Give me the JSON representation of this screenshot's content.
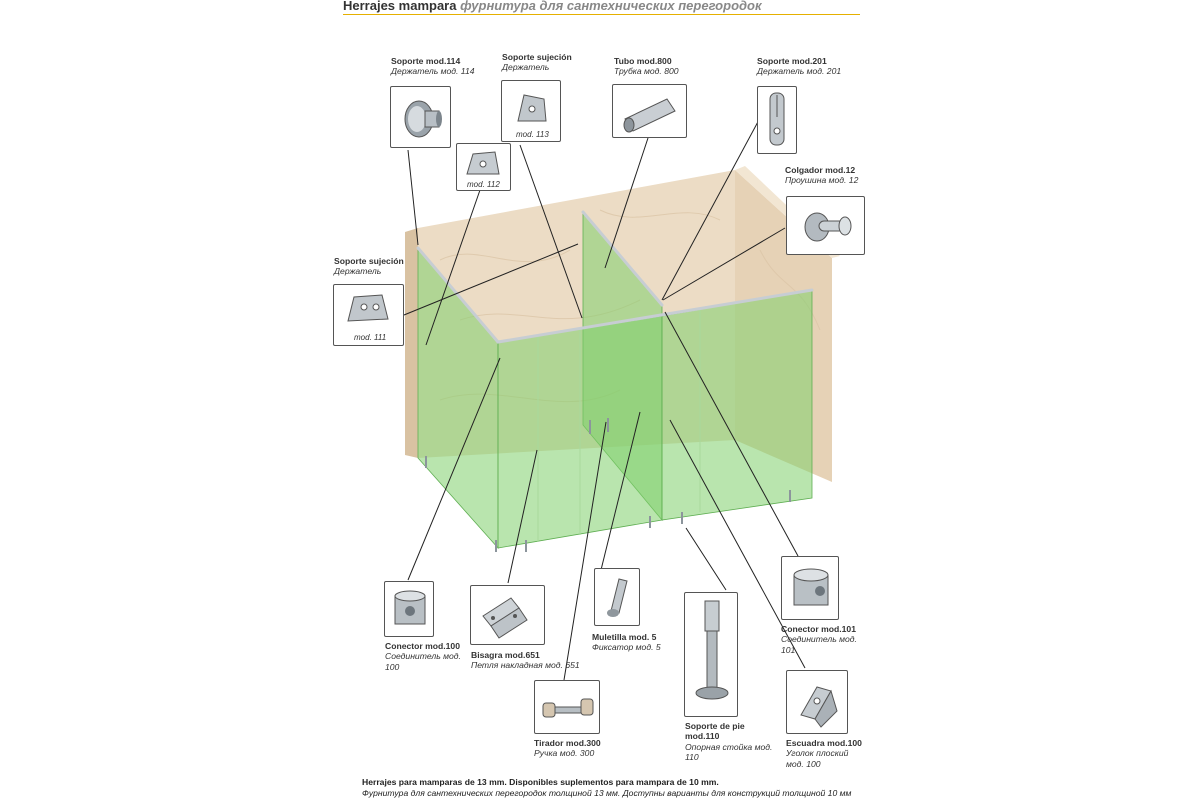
{
  "header": {
    "title_es": "Herrajes mampara",
    "title_ru": "фурнитура для сантехнических перегородок"
  },
  "colors": {
    "accent_rule": "#e5b000",
    "glass": "#7fcf6c",
    "wall": "#ecdcc5",
    "frame_border": "#555555"
  },
  "parts": [
    {
      "id": "mod114",
      "name_es": "Soporte mod.114",
      "name_ru": "Держатель мод. 114",
      "icon": "round-bracket-icon"
    },
    {
      "id": "mod113",
      "name_es": "Soporte sujeción",
      "name_ru": "Держатель",
      "caption": "mod. 113",
      "icon": "bracket-icon"
    },
    {
      "id": "mod112",
      "caption": "mod. 112",
      "icon": "corner-clamp-icon"
    },
    {
      "id": "mod800",
      "name_es": "Tubo mod.800",
      "name_ru": "Трубка мод. 800",
      "icon": "tube-icon"
    },
    {
      "id": "mod201",
      "name_es": "Soporte mod.201",
      "name_ru": "Держатель мод. 201",
      "icon": "clamp-holder-icon"
    },
    {
      "id": "mod12",
      "name_es": "Colgador mod.12",
      "name_ru": "Проушина мод. 12",
      "icon": "hook-icon"
    },
    {
      "id": "mod111",
      "name_es": "Soporte sujeción",
      "name_ru": "Держатель",
      "caption": "mod. 111",
      "icon": "wall-bracket-icon"
    },
    {
      "id": "mod100c",
      "name_es": "Conector mod.100",
      "name_ru": "Соединитель мод. 100",
      "icon": "connector-icon"
    },
    {
      "id": "mod651",
      "name_es": "Bisagra mod.651",
      "name_ru": "Петля накладная мод. 651",
      "icon": "hinge-icon"
    },
    {
      "id": "mod5",
      "name_es": "Muletilla mod. 5",
      "name_ru": "Фиксатор мод. 5",
      "icon": "latch-icon"
    },
    {
      "id": "mod110",
      "name_es": "Soporte de pie mod.110",
      "name_ru": "Опорная стойка мод. 110",
      "icon": "support-leg-icon"
    },
    {
      "id": "mod101",
      "name_es": "Conector mod.101",
      "name_ru": "Соединитель мод. 101",
      "icon": "connector-icon"
    },
    {
      "id": "mod300",
      "name_es": "Tirador mod.300",
      "name_ru": "Ручка мод. 300",
      "icon": "knob-icon"
    },
    {
      "id": "mod100e",
      "name_es": "Escuadra mod.100",
      "name_ru": "Уголок плоский мод. 100",
      "icon": "angle-bracket-icon"
    }
  ],
  "footer": {
    "line_es": "Herrajes para mamparas de 13 mm. Disponibles suplementos para mampara de 10 mm.",
    "line_ru": "Фурнитура для сантехнических перегородок толщиной 13 мм. Доступны варианты для конструкций толщиной 10 мм"
  }
}
